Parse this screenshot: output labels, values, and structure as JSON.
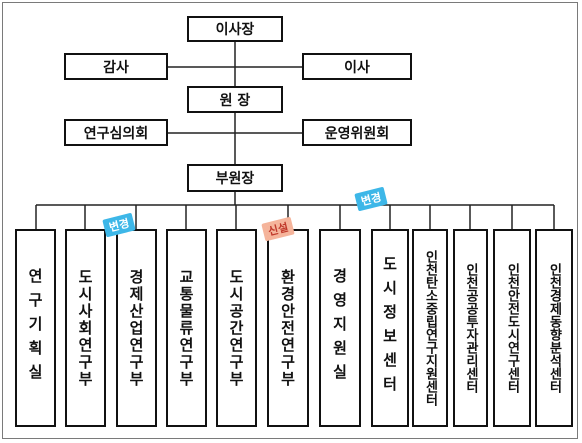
{
  "org": {
    "chairman": "이사장",
    "auditor": "감사",
    "director": "이사",
    "president": "원 장",
    "research_council": "연구심의회",
    "steering_committee": "운영위원회",
    "vice_president": "부원장",
    "departments": [
      "연구기획실",
      "도시사회연구부",
      "경제산업연구부",
      "교통물류연구부",
      "도시공간연구부",
      "환경안전연구부",
      "경영지원실",
      "도시정보센터",
      "인천탄소중립연구지원센터",
      "인천공공투자관리센터",
      "인천안전도시연구센터",
      "인천경제동향분석센터"
    ]
  },
  "badges": {
    "changed_1": "변경",
    "new": "신설",
    "changed_2": "변경"
  },
  "colors": {
    "changed_badge": "#3db7e8",
    "new_badge": "#f5b49b",
    "line": "#222222"
  }
}
